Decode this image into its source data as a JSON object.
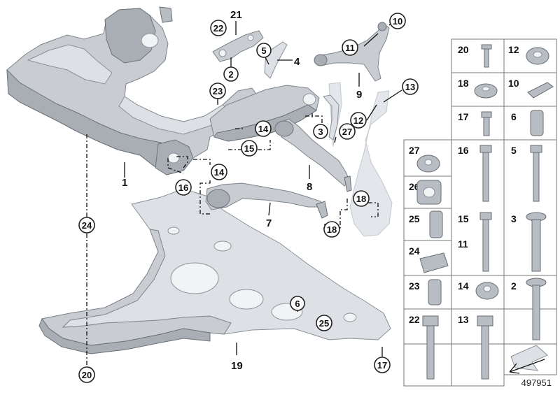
{
  "diagram_id": "497951",
  "main_labels": {
    "l1": "1",
    "l2": "2",
    "l3": "3",
    "l4": "4",
    "l5": "5",
    "l7": "7",
    "l8": "8",
    "l9": "9",
    "l10": "10",
    "l11": "11",
    "l12": "12",
    "l13": "13",
    "l14a": "14",
    "l14b": "14",
    "l15": "15",
    "l16": "16",
    "l17": "17",
    "l18a": "18",
    "l18b": "18",
    "l19": "19",
    "l20": "20",
    "l21": "21",
    "l22": "22",
    "l23": "23",
    "l24": "24",
    "l6": "6",
    "l25": "25",
    "l27": "27"
  },
  "grid_labels": {
    "g20": "20",
    "g12": "12",
    "g18": "18",
    "g10": "10",
    "g17": "17",
    "g6": "6",
    "g27": "27",
    "g16": "16",
    "g5": "5",
    "g26": "26",
    "g25": "25",
    "g15": "15",
    "g3": "3",
    "g11": "11",
    "g24": "24",
    "g23": "23",
    "g14": "14",
    "g2": "2",
    "g22": "22",
    "g13": "13"
  }
}
